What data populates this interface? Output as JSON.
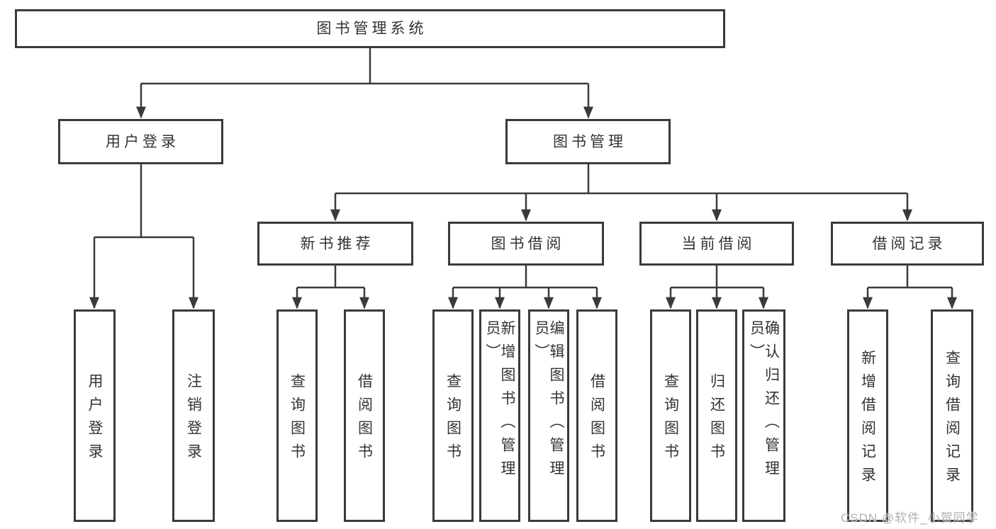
{
  "tree": {
    "label": "图书管理系统",
    "children": [
      {
        "label": "用户登录",
        "children": [
          {
            "label": "用户登录"
          },
          {
            "label": "注销登录"
          }
        ]
      },
      {
        "label": "图书管理",
        "children": [
          {
            "label": "新书推荐",
            "children": [
              {
                "label": "查询图书"
              },
              {
                "label": "借阅图书"
              }
            ]
          },
          {
            "label": "图书借阅",
            "children": [
              {
                "label": "查询图书"
              },
              {
                "label": "新增图书（管理员）"
              },
              {
                "label": "编辑图书（管理员）"
              },
              {
                "label": "借阅图书"
              }
            ]
          },
          {
            "label": "当前借阅",
            "children": [
              {
                "label": "查询图书"
              },
              {
                "label": "归还图书"
              },
              {
                "label": "确认归还（管理员）"
              }
            ]
          },
          {
            "label": "借阅记录",
            "children": [
              {
                "label": "新增借阅记录"
              },
              {
                "label": "查询借阅记录"
              }
            ]
          }
        ]
      }
    ]
  },
  "watermark": {
    "text": "CSDN @软件_小贺同学"
  },
  "colors": {
    "line": "#3a3a3a",
    "text": "#333333",
    "background": "#ffffff",
    "watermark": "#b0b0b0"
  }
}
